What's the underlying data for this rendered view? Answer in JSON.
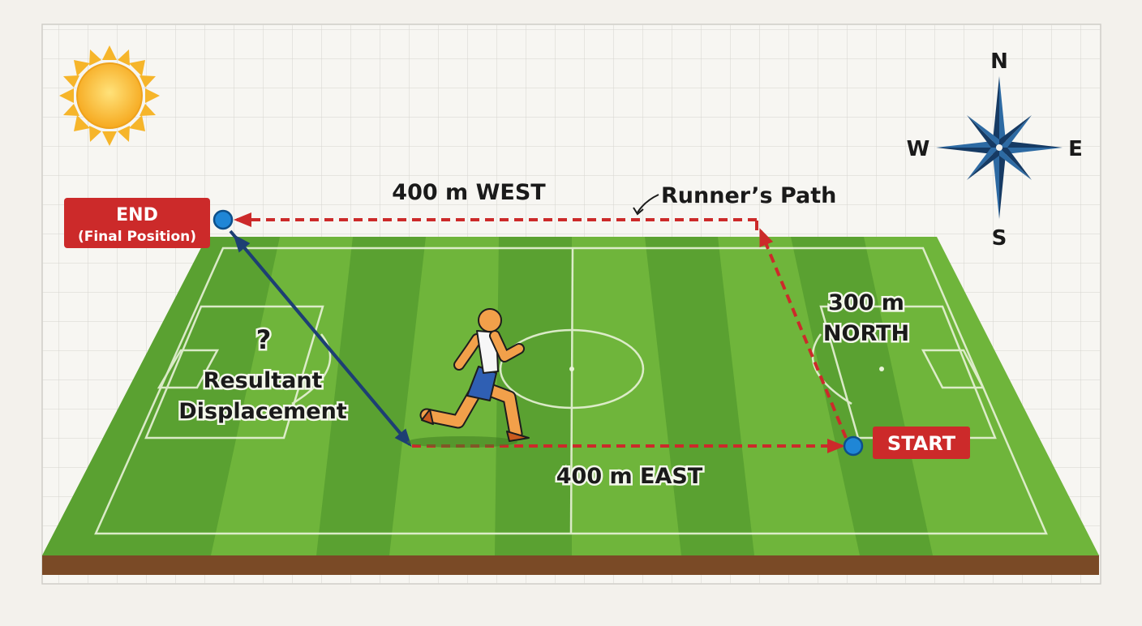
{
  "labels": {
    "end_title": "END",
    "end_sub": "(Final Position)",
    "start": "START",
    "west_leg": "400 m WEST",
    "north_leg_1": "300 m",
    "north_leg_2": "NORTH",
    "east_leg": "400 m EAST",
    "path_caption": "Runner’s Path",
    "resultant_q": "?",
    "resultant_1": "Resultant",
    "resultant_2": "Displacement"
  },
  "compass": {
    "n": "N",
    "s": "S",
    "e": "E",
    "w": "W"
  },
  "colors": {
    "path": "#cc2a2a",
    "resultant": "#1d3f73",
    "field_light": "#6fb53b",
    "field_dark": "#5aa131",
    "soil": "#7a4a26",
    "label_red": "#cc2a2a",
    "point_blue": "#1f86d6",
    "compass_blue": "#1e4f82",
    "sun": "#f6b52a"
  },
  "icons": [
    "sun-icon",
    "compass-rose-icon",
    "runner-icon"
  ]
}
